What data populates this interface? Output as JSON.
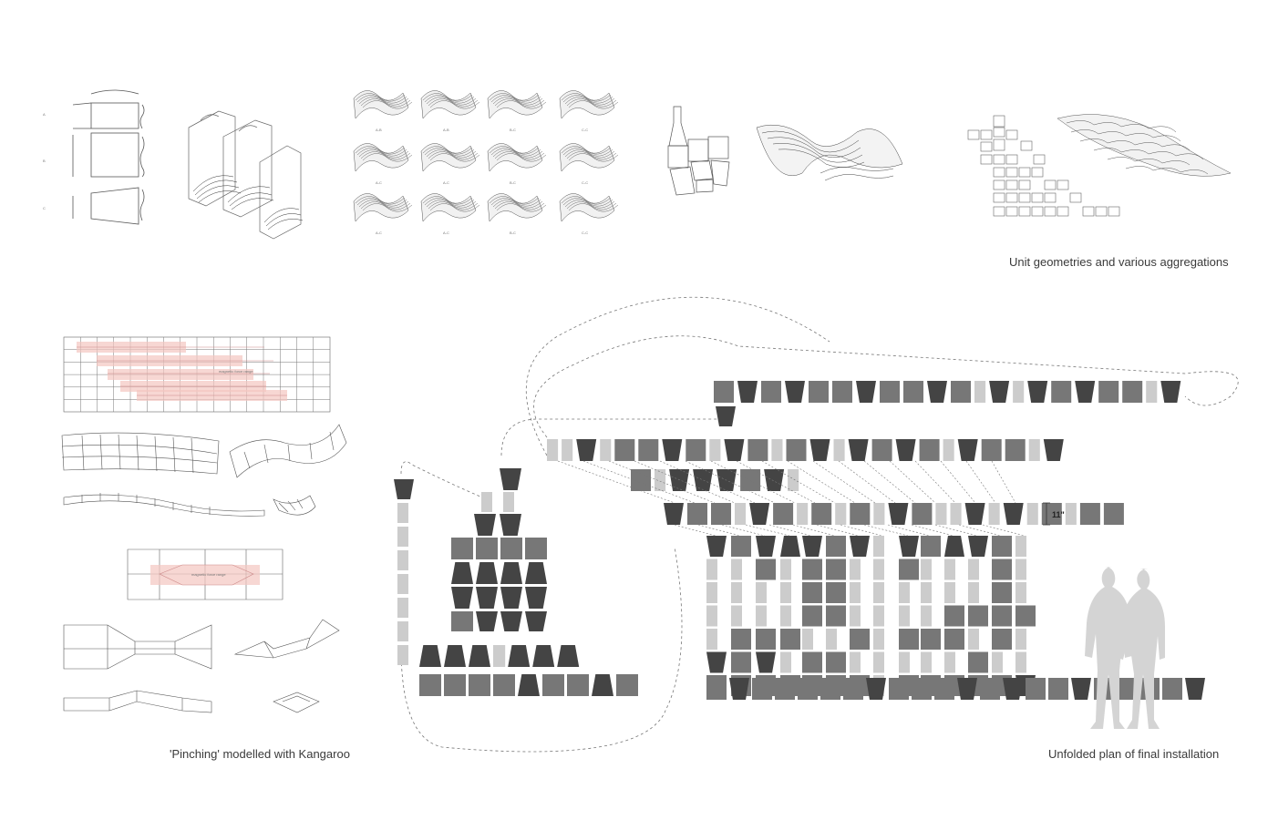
{
  "captions": {
    "unit": "Unit geometries and various aggregations",
    "pinching": "'Pinching' modelled with Kangaroo",
    "plan": "Unfolded plan of final installation"
  },
  "dimension": "11\"",
  "profile_labels": [
    "A",
    "B",
    "C"
  ],
  "tile_labels": [
    "A-B",
    "A-B",
    "B-C",
    "C-C",
    "A-C",
    "A-C",
    "B-C",
    "C-C",
    "A-C",
    "A-C",
    "B-C",
    "C-C"
  ],
  "force_label": "magnetic force range",
  "colors": {
    "dark": "#444444",
    "mid": "#777777",
    "light": "#cccccc",
    "line": "#555555",
    "pink": "#f4c6c0",
    "silhouette": "#d4d4d4"
  }
}
